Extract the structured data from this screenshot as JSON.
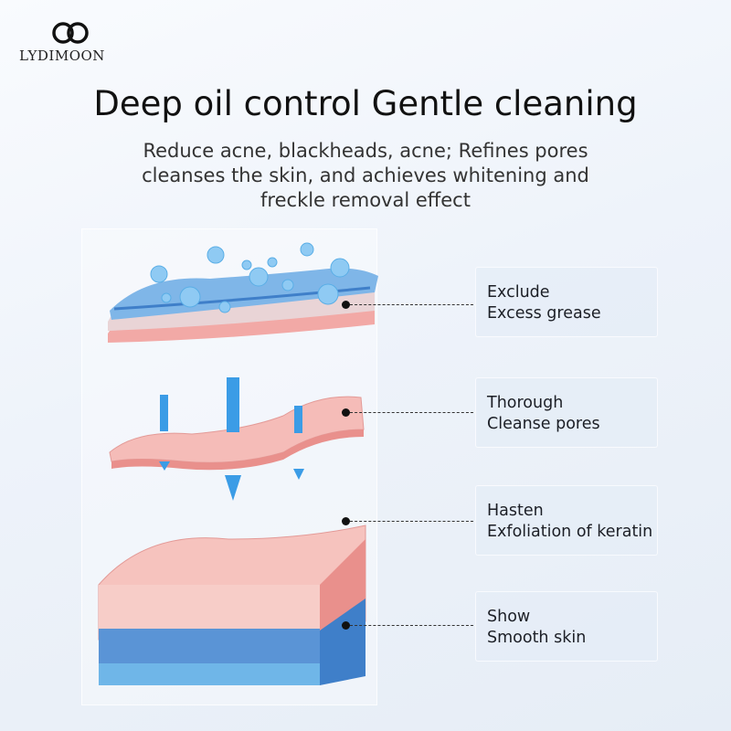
{
  "brand": {
    "name": "LYDIMOON"
  },
  "header": {
    "title": "Deep oil control Gentle cleaning",
    "subtitle_lines": [
      "Reduce acne, blackheads, acne; Refines pores",
      "cleanses the skin, and achieves whitening and",
      "freckle removal effect"
    ]
  },
  "features": [
    {
      "line1": "Exclude",
      "line2": "Excess grease"
    },
    {
      "line1": "Thorough",
      "line2": "Cleanse pores"
    },
    {
      "line1": "Hasten",
      "line2": "Exfoliation of keratin"
    },
    {
      "line1": "Show",
      "line2": "Smooth skin"
    }
  ],
  "colors": {
    "skin": "#f4b8b5",
    "water": "#5aaee6",
    "deep_blue": "#3f7fc9"
  }
}
